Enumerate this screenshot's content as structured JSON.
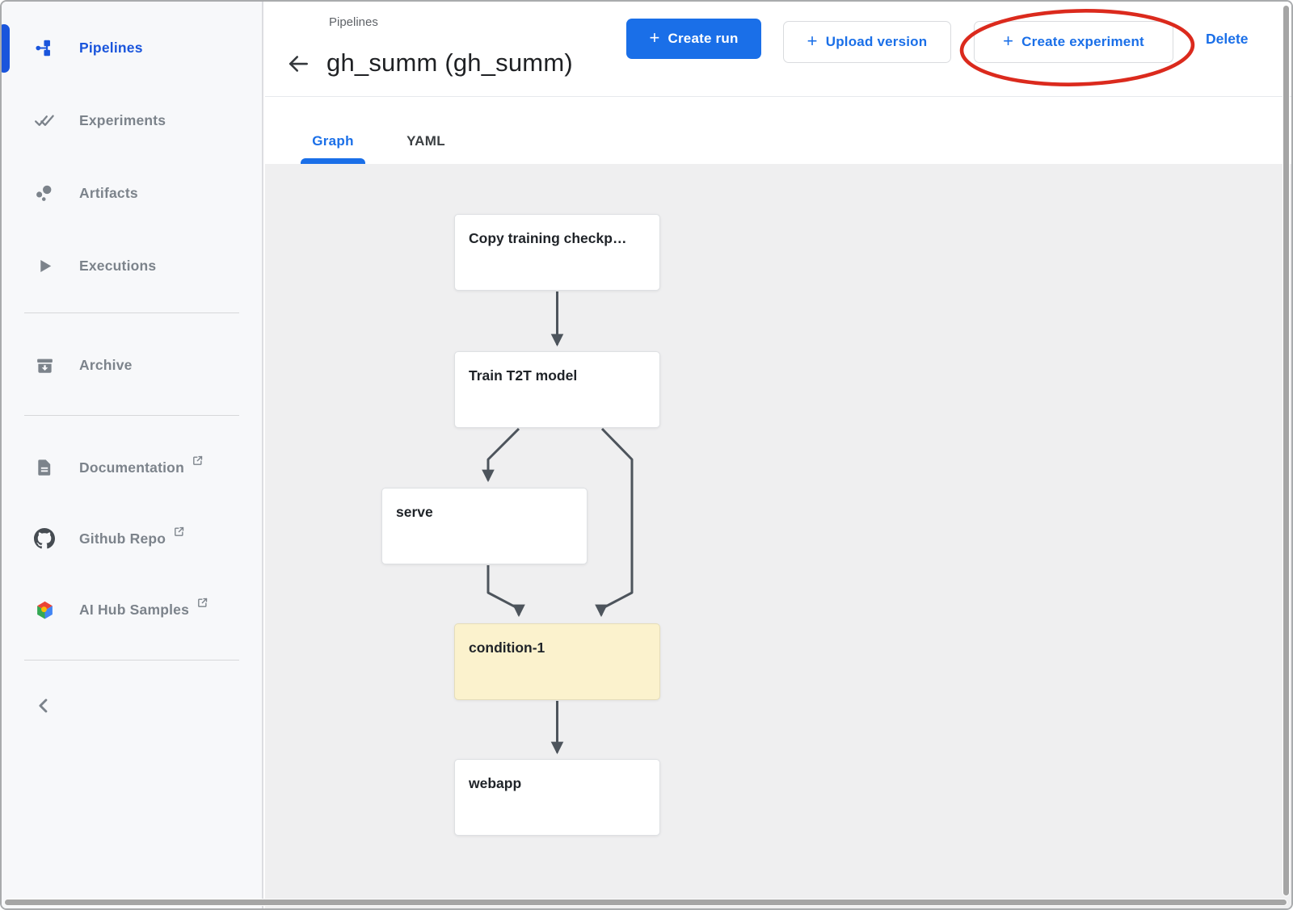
{
  "sidebar": {
    "items": [
      {
        "label": "Pipelines",
        "active": true,
        "external": false
      },
      {
        "label": "Experiments",
        "active": false,
        "external": false
      },
      {
        "label": "Artifacts",
        "active": false,
        "external": false
      },
      {
        "label": "Executions",
        "active": false,
        "external": false
      },
      {
        "label": "Archive",
        "active": false,
        "external": false
      },
      {
        "label": "Documentation",
        "active": false,
        "external": true
      },
      {
        "label": "Github Repo",
        "active": false,
        "external": true
      },
      {
        "label": "AI Hub Samples",
        "active": false,
        "external": true
      }
    ]
  },
  "header": {
    "breadcrumb": "Pipelines",
    "title": "gh_summ (gh_summ)",
    "plus_glyph": "+",
    "create_run_label": "Create run",
    "upload_version_label": "Upload version",
    "create_experiment_label": "Create experiment",
    "delete_label": "Delete"
  },
  "tabs": [
    {
      "label": "Graph",
      "active": true
    },
    {
      "label": "YAML",
      "active": false
    }
  ],
  "graph": {
    "nodes": [
      {
        "id": "copy-training-checkpoint",
        "label": "Copy training checkp…",
        "kind": "step"
      },
      {
        "id": "train-t2t-model",
        "label": "Train T2T model",
        "kind": "step"
      },
      {
        "id": "serve",
        "label": "serve",
        "kind": "step"
      },
      {
        "id": "condition-1",
        "label": "condition-1",
        "kind": "condition"
      },
      {
        "id": "webapp",
        "label": "webapp",
        "kind": "step"
      }
    ],
    "edges": [
      {
        "from": "copy-training-checkpoint",
        "to": "train-t2t-model"
      },
      {
        "from": "train-t2t-model",
        "to": "serve"
      },
      {
        "from": "train-t2t-model",
        "to": "condition-1"
      },
      {
        "from": "serve",
        "to": "condition-1"
      },
      {
        "from": "condition-1",
        "to": "webapp"
      }
    ]
  },
  "colors": {
    "accent_blue": "#1a6fe8",
    "sidebar_active_blue": "#1a55dc",
    "condition_node_bg": "#fbf2cd",
    "edge_gray": "#4d545c",
    "annotation_red": "#db2a1d",
    "graph_background": "#efeff0",
    "sidebar_background": "#f7f8fa"
  }
}
